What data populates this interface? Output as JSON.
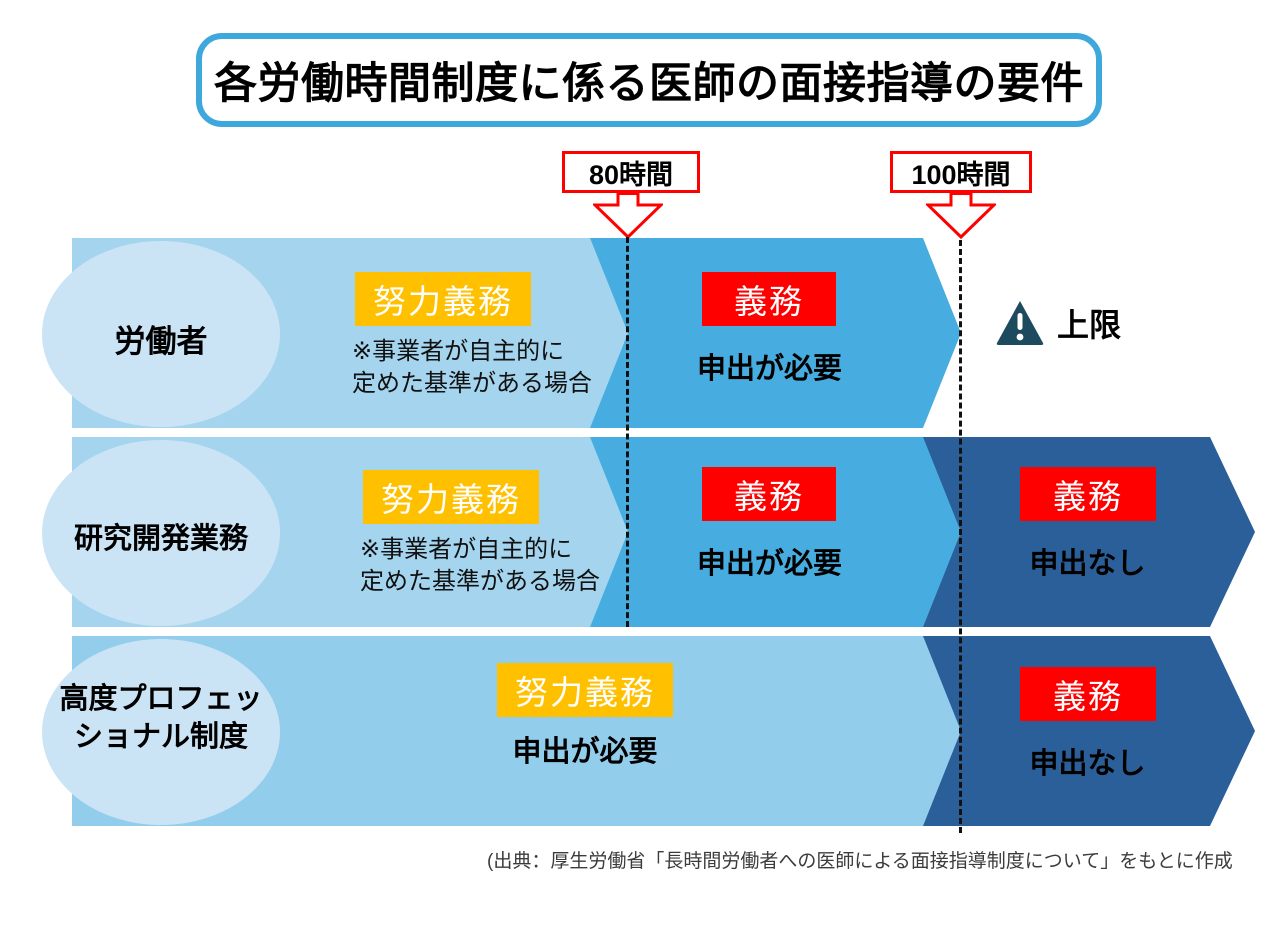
{
  "title": "各労働時間制度に係る医師の面接指導の要件",
  "markers": {
    "m80": "80時間",
    "m100": "100時間"
  },
  "rows": [
    {
      "label": "労働者",
      "effort_badge": "努力義務",
      "effort_note_line1": "※事業者が自主的に",
      "effort_note_line2": "定めた基準がある場合",
      "duty_badge": "義務",
      "duty_text": "申出が必要",
      "limit_label": "上限"
    },
    {
      "label": "研究開発業務",
      "effort_badge": "努力義務",
      "effort_note_line1": "※事業者が自主的に",
      "effort_note_line2": "定めた基準がある場合",
      "duty1_badge": "義務",
      "duty1_text": "申出が必要",
      "duty2_badge": "義務",
      "duty2_text": "申出なし"
    },
    {
      "label_line1": "高度プロフェッ",
      "label_line2": "ショナル制度",
      "effort_badge": "努力義務",
      "effort_text": "申出が必要",
      "duty_badge": "義務",
      "duty_text": "申出なし"
    }
  ],
  "source": "(出典：厚生労働省「長時間労働者への医師による面接指導制度について」をもとに作成",
  "colors": {
    "title_border": "#3EA7DB",
    "marker_red": "#FF0000",
    "band_light": "#A5D5EE",
    "band_light_row3": "#92CDEC",
    "band_medium": "#47ADE0",
    "band_navy": "#2B5F99",
    "ellipse_fill": "#CBE4F5",
    "badge_yellow": "#FFC000",
    "badge_red": "#FF0000",
    "warning_triangle": "#1E4A5F"
  }
}
